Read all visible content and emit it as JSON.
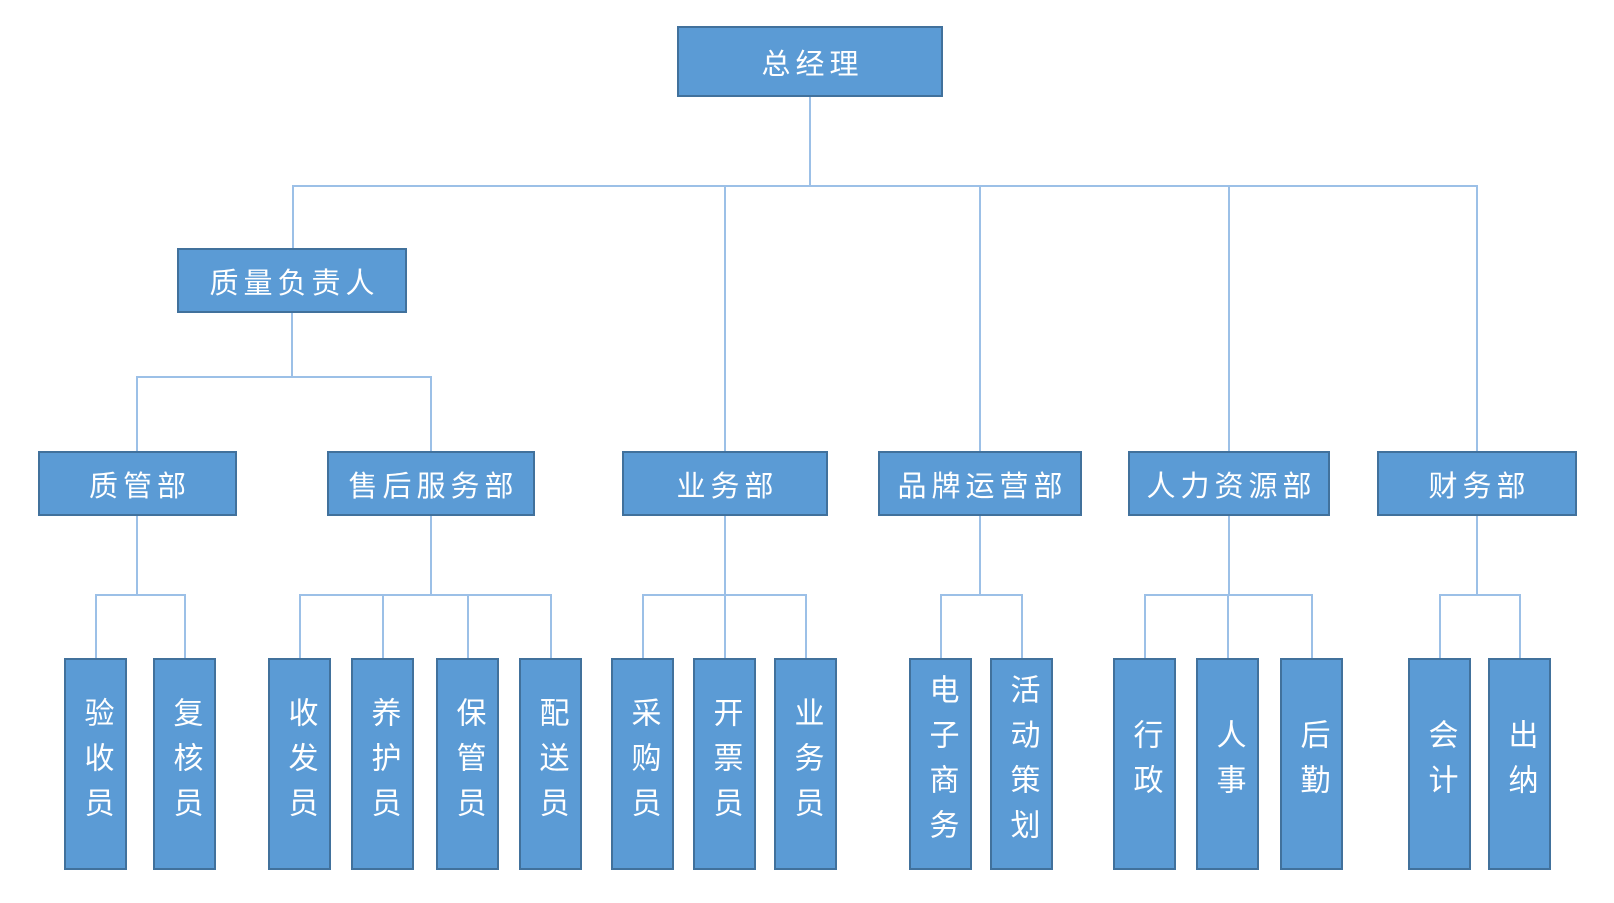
{
  "org_chart": {
    "type": "org-tree",
    "root": {
      "label": "总经理"
    },
    "quality_lead": {
      "label": "质量负责人"
    },
    "departments": [
      {
        "label": "质管部",
        "children": [
          "验收员",
          "复核员"
        ]
      },
      {
        "label": "售后服务部",
        "children": [
          "收发员",
          "养护员",
          "保管员",
          "配送员"
        ]
      },
      {
        "label": "业务部",
        "children": [
          "采购员",
          "开票员",
          "业务员"
        ]
      },
      {
        "label": "品牌运营部",
        "children": [
          "电子商务",
          "活动策划"
        ]
      },
      {
        "label": "人力资源部",
        "children": [
          "行政",
          "人事",
          "后勤"
        ]
      },
      {
        "label": "财务部",
        "children": [
          "会计",
          "出纳"
        ]
      }
    ],
    "colors": {
      "node_fill": "#5B9BD5",
      "node_border": "#41719C",
      "connector": "#9CC0E7",
      "text": "#FFFFFF",
      "background": "#FFFFFF"
    }
  }
}
